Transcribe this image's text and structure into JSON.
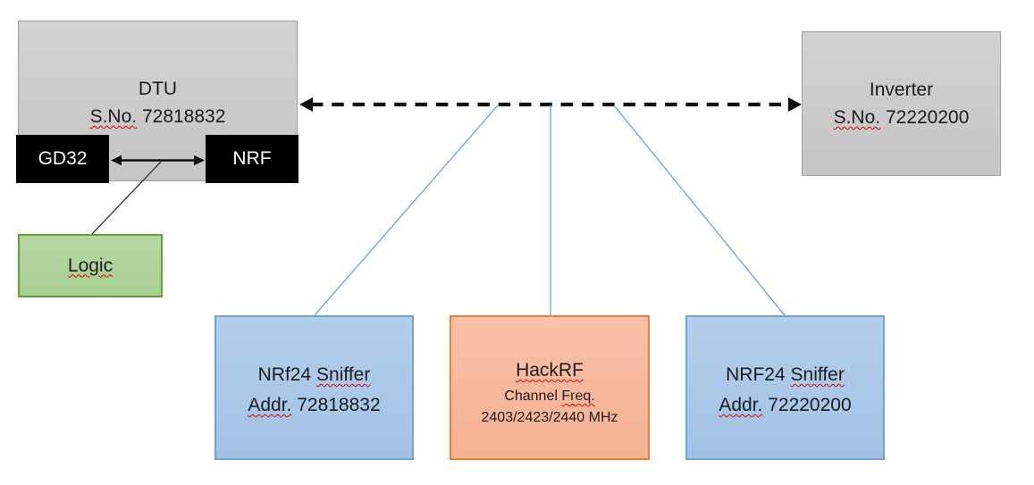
{
  "nodes": {
    "dtu": {
      "title": "DTU",
      "sno_label": "S.No.",
      "sno_value": "72818832"
    },
    "gd32": {
      "label": "GD32"
    },
    "nrf": {
      "label": "NRF"
    },
    "logic": {
      "label": "Logic"
    },
    "inverter": {
      "title": "Inverter",
      "sno_label": "S.No.",
      "sno_value": "72220200"
    },
    "sniffer_left": {
      "name_prefix": "NRf24",
      "name_word": "Sniffer",
      "addr_label": "Addr.",
      "addr_value": "72818832"
    },
    "hackrf": {
      "title": "HackRF",
      "freq_word1": "Channel",
      "freq_word2": "Freq.",
      "freq_values": "2403/2423/2440 MHz"
    },
    "sniffer_right": {
      "name_prefix": "NRF24",
      "name_word": "Sniffer",
      "addr_label": "Addr.",
      "addr_value": "72220200"
    }
  },
  "connections": {
    "dtu_inverter": {
      "style": "dashed",
      "arrows": "both"
    },
    "gd32_nrf": {
      "style": "solid",
      "arrows": "both"
    },
    "arrow_logic": {
      "style": "solid",
      "arrows": "none"
    },
    "link_sniffer_left": {
      "style": "solid",
      "arrows": "none"
    },
    "link_hackrf": {
      "style": "solid",
      "arrows": "none"
    },
    "link_sniffer_right": {
      "style": "solid",
      "arrows": "none"
    }
  },
  "colors": {
    "node_gray_fill": "#c9c9c9",
    "node_gray_border": "#9e9e9e",
    "chip_black_fill": "#000000",
    "chip_text": "#ffffff",
    "logic_green_fill": "#aed49b",
    "logic_green_border": "#61a23e",
    "sniffer_blue_fill": "#abc8e8",
    "sniffer_blue_border": "#6fa3dc",
    "hackrf_orange_fill": "#f7b99e",
    "hackrf_orange_border": "#ed7d31",
    "connector_blue": "#7aa7d6",
    "arrow_black": "#111111",
    "spellcheck_red": "#e00000"
  }
}
